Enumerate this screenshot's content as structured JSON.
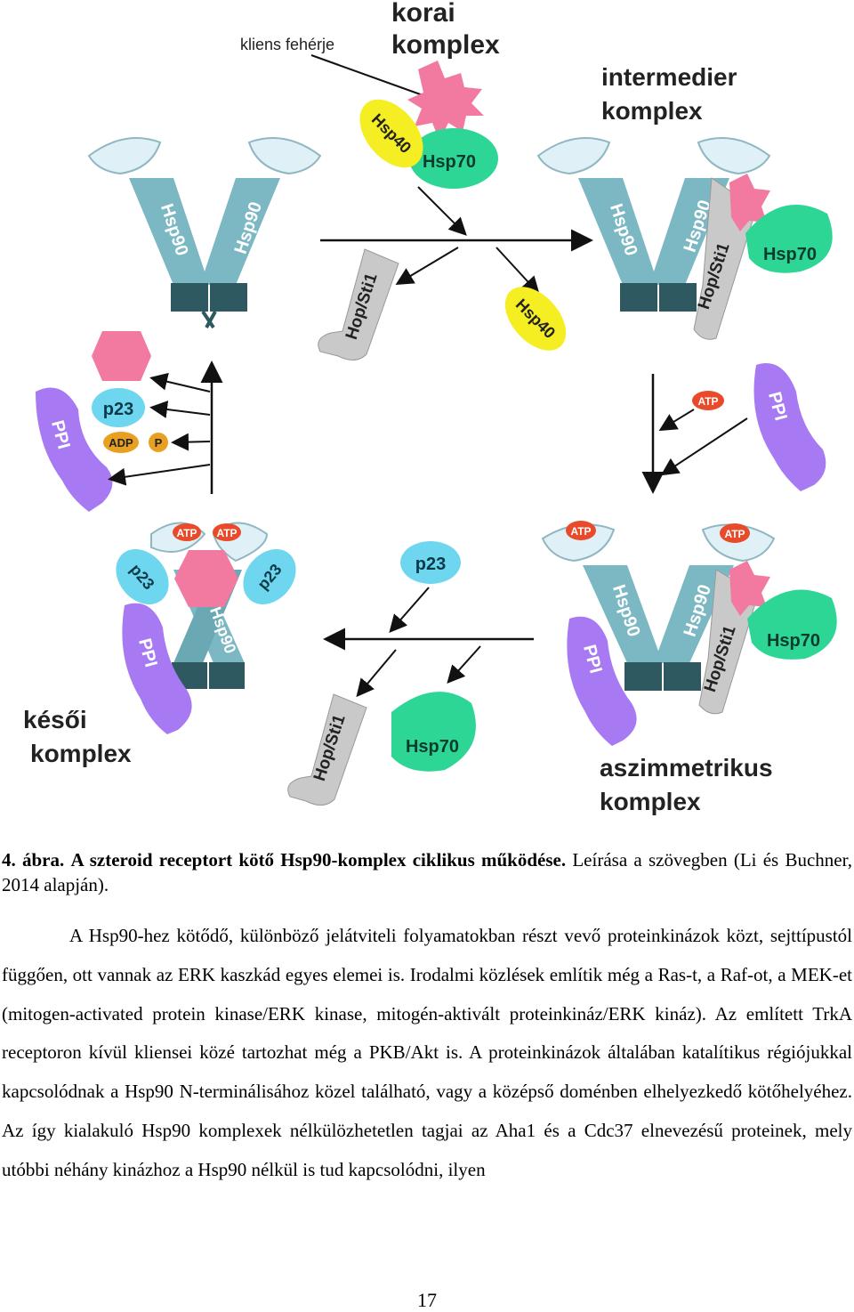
{
  "figure": {
    "labels": {
      "client_protein": "kliens fehérje",
      "early_line1": "korai",
      "early_line2": "komplex",
      "intermediate_line1": "intermedier",
      "intermediate_line2": "komplex",
      "late_line1": "késői",
      "late_line2": "komplex",
      "asymmetric_line1": "aszimmetrikus",
      "asymmetric_line2": "komplex"
    },
    "proteins": {
      "hsp90": "Hsp90",
      "hsp70": "Hsp70",
      "hsp40": "Hsp40",
      "hop": "Hop/Sti1",
      "p23": "p23",
      "ppi": "PPI",
      "atp": "ATP",
      "adp": "ADP",
      "p": "P"
    }
  },
  "caption": {
    "number": "4. ábra.",
    "title": "A szteroid receptort kötő Hsp90-komplex ciklikus működése.",
    "rest": "Leírása a szövegben (Li és Buchner, 2014 alapján)."
  },
  "paragraphs": [
    "A Hsp90-hez kötődő, különböző jelátviteli folyamatokban részt vevő proteinkinázok közt, sejttípustól függően, ott vannak az ERK kaszkád egyes elemei is. Irodalmi közlések említik még a Ras-t, a Raf-ot, a MEK-et (mitogen-activated protein kinase/ERK kinase, mitogén-aktivált proteinkináz/ERK kináz). Az említett TrkA receptoron kívül kliensei közé tartozhat még a PKB/Akt is. A proteinkinázok általában katalítikus régiójukkal kapcsolódnak a Hsp90 N-terminálisához közel található, vagy a középső doménben elhelyezkedő kötőhelyéhez. Az így kialakuló Hsp90 komplexek nélkülözhetetlen tagjai az Aha1 és a Cdc37 elnevezésű proteinek, mely utóbbi néhány kinázhoz a Hsp90 nélkül is tud kapcsolódni, ilyen"
  ],
  "page_number": "17"
}
